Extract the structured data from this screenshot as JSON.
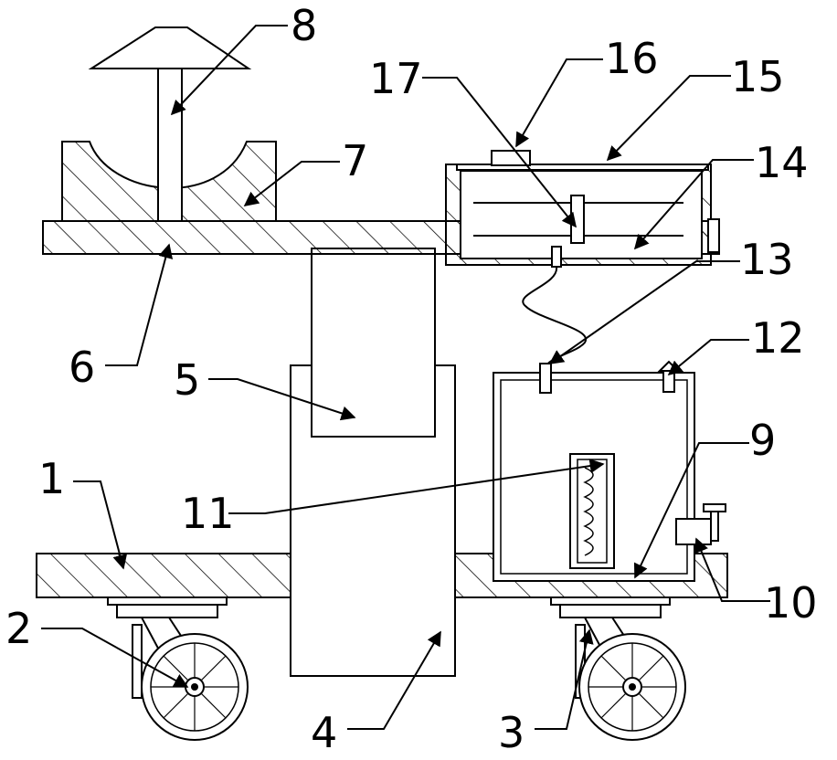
{
  "figure": {
    "labels": {
      "l1": "1",
      "l2": "2",
      "l3": "3",
      "l4": "4",
      "l5": "5",
      "l6": "6",
      "l7": "7",
      "l8": "8",
      "l9": "9",
      "l10": "10",
      "l11": "11",
      "l12": "12",
      "l13": "13",
      "l14": "14",
      "l15": "15",
      "l16": "16",
      "l17": "17"
    },
    "colors": {
      "line": "#000000",
      "background": "#ffffff"
    }
  }
}
